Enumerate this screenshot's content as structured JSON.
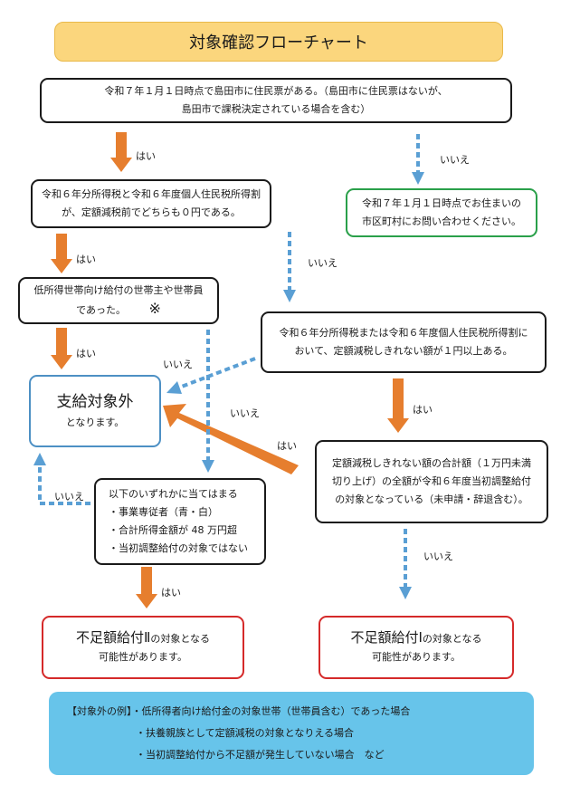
{
  "title": "対象確認フローチャート",
  "box_start": {
    "line1": "令和７年１月１日時点で島田市に住民票がある。（島田市に住民票はないが、",
    "line2": "島田市で課税決定されている場合を含む）"
  },
  "box_tax_zero": {
    "line1": "令和６年分所得税と令和６年度個人住民税所得割",
    "line2": "が、定額減税前でどちらも０円である。"
  },
  "box_contact": {
    "line1": "令和７年１月１日時点でお住まいの",
    "line2": "市区町村にお問い合わせください。"
  },
  "box_low_income": {
    "line1": "低所得世帯向け給付の世帯主や世帯員",
    "line2": "であった。",
    "mark": "※"
  },
  "box_remaining": {
    "line1": "令和６年分所得税または令和６年度個人住民税所得割に",
    "line2": "おいて、定額減税しきれない額が１円以上ある。"
  },
  "box_excluded": {
    "line1": "支給対象外",
    "line2": "となります。"
  },
  "box_total": {
    "line1": "定額減税しきれない額の合計額（１万円未満",
    "line2": "切り上げ）の全額が令和６年度当初調整給付",
    "line3": "の対象となっている（未申請・辞退含む）。"
  },
  "box_conditions": {
    "line1": "以下のいずれかに当てはまる",
    "line2": "・事業専従者（青・白）",
    "line3": "・合計所得金額が 48 万円超",
    "line4": "・当初調整給付の対象ではない"
  },
  "box_result2": {
    "main": "不足額給付Ⅱ",
    "suffix": "の対象となる",
    "line2": "可能性があります。"
  },
  "box_result1": {
    "main": "不足額給付Ⅰ",
    "suffix": "の対象となる",
    "line2": "可能性があります。"
  },
  "labels": {
    "yes": "はい",
    "no": "いいえ"
  },
  "notes": {
    "line1": "【対象外の例】・低所得者向け給付金の対象世帯（世帯員含む）であった場合",
    "line2": "・扶養親族として定額減税の対象となりえる場合",
    "line3": "・当初調整給付から不足額が発生していない場合　など"
  },
  "colors": {
    "yes_arrow": "#e67e2e",
    "no_arrow": "#5a9fd4",
    "title_bg": "#fbd67d",
    "notes_bg": "#67c4ea",
    "result_border": "#d52a2a",
    "contact_border": "#2aa04a",
    "excluded_border": "#4d90c4"
  }
}
